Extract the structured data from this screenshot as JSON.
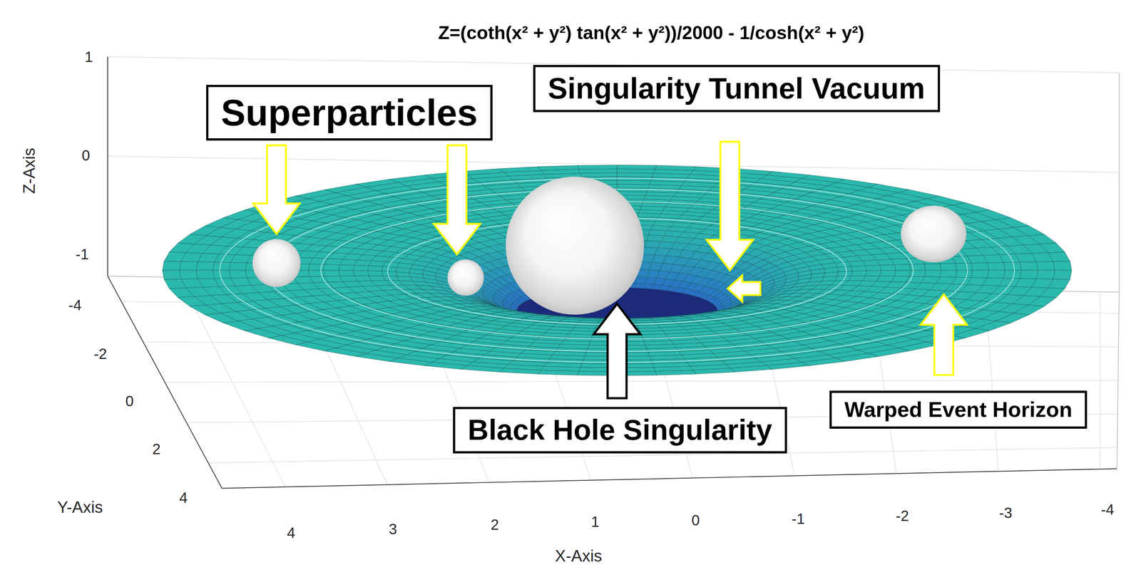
{
  "diagram": {
    "title": "Z=(coth(x² + y²) tan(x² + y²))/2000 - 1/cosh(x² + y²)",
    "nodes": [
      {
        "text": [
          "Superparticles"
        ]
      },
      {
        "text": [
          "Singularity Tunnel Vacuum"
        ]
      },
      {
        "text": [
          "Warped Event Horizon"
        ]
      },
      {
        "text": [
          "Black Hole Singularity"
        ]
      }
    ],
    "labels": [
      "1",
      "0",
      "-1",
      "Z-Axis",
      "-4",
      "-2",
      "0",
      "2",
      "4",
      "Y-Axis",
      "4",
      "3",
      "2",
      "1",
      "0",
      "-1",
      "-2",
      "-3",
      "-4",
      "X-Axis"
    ]
  }
}
